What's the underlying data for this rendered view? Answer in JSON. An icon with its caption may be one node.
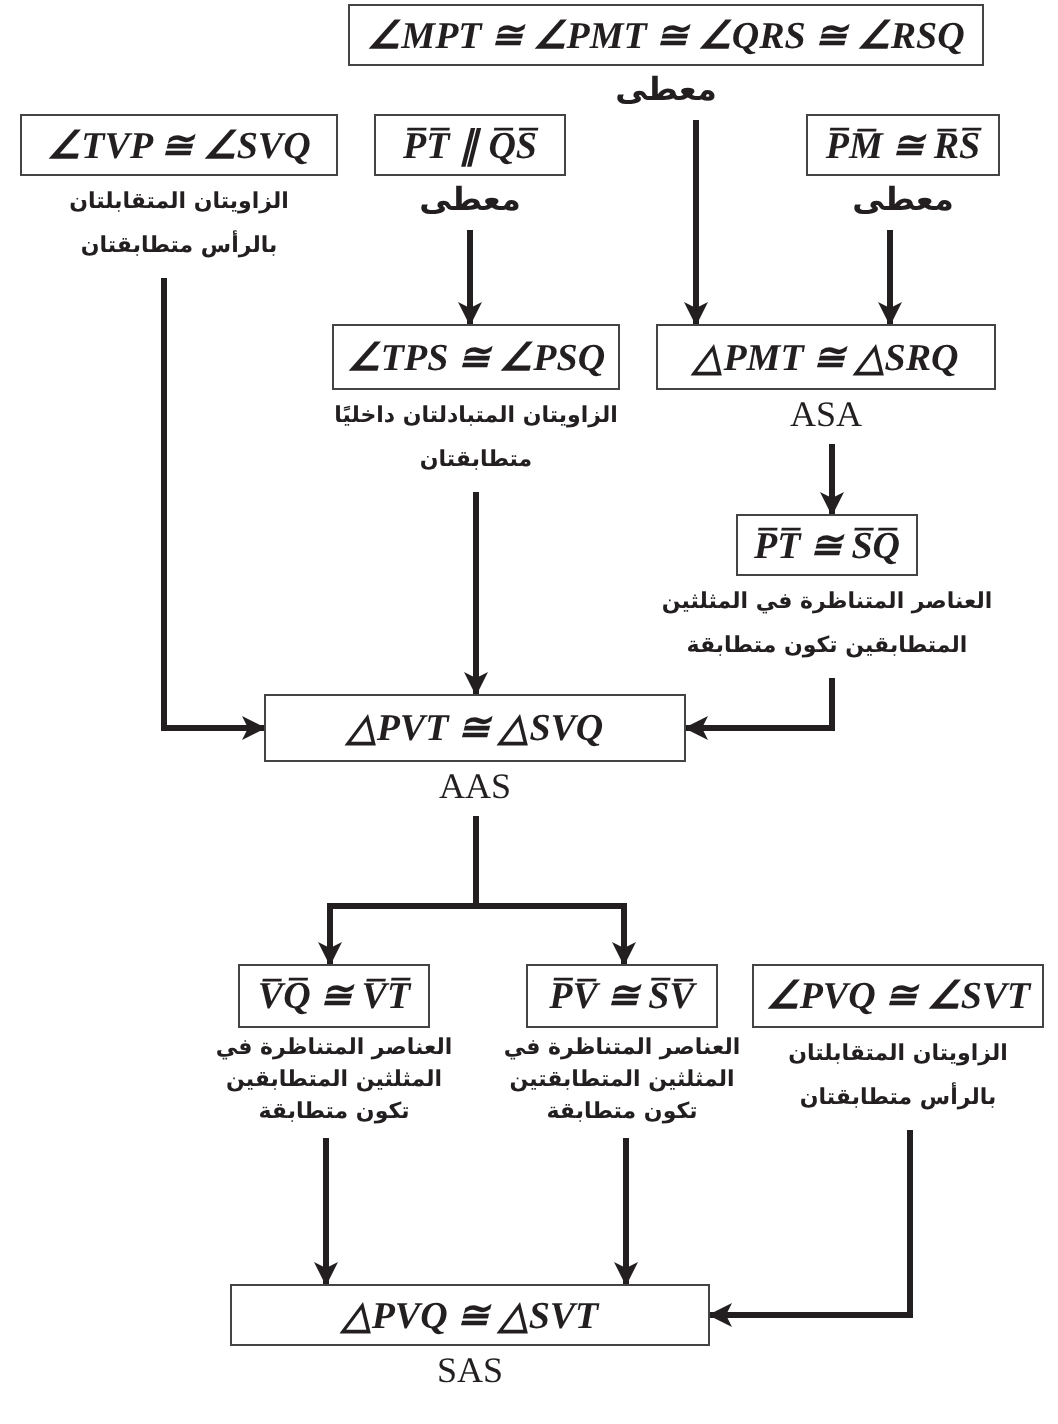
{
  "diagram": {
    "nodes": [
      {
        "text": [
          "∠MPT ≅ ∠PMT ≅ ∠QRS ≅ ∠RSQ"
        ],
        "beside": [
          "معطى"
        ]
      },
      {
        "text": [
          "∠TVP ≅ ∠SVQ"
        ],
        "beside": [
          "الزاويتان المتقابلتان بالرأس متطابقتان"
        ]
      },
      {
        "text": [
          "P̅T̅ ∥ Q̅S̅"
        ],
        "beside": [
          "معطى"
        ]
      },
      {
        "text": [
          "P̅M̅ ≅ R̅S̅"
        ],
        "beside": [
          "معطى"
        ]
      },
      {
        "text": [
          "∠TPS ≅ ∠PSQ"
        ],
        "beside": [
          "الزاويتان المتبادلتان داخليًا متطابقتان"
        ]
      },
      {
        "text": [
          "△PMT ≅ △SRQ"
        ],
        "beside": [
          "ASA"
        ]
      },
      {
        "text": [
          "P̅T̅ ≅ S̅Q̅"
        ],
        "beside": [
          "العناصر المتناظرة في المثلثين المتطابقين تكون متطابقة"
        ]
      },
      {
        "text": [
          "△PVT ≅ △SVQ"
        ],
        "beside": [
          "AAS"
        ]
      },
      {
        "text": [
          "V̅Q̅ ≅ V̅T̅"
        ],
        "beside": [
          "العناصر المتناظرة في المثلثين المتطابقين تكون متطابقة"
        ]
      },
      {
        "text": [
          "P̅V̅ ≅ S̅V̅"
        ],
        "beside": [
          "العناصر المتناظرة في المثلثين المتطابقتين تكون متطابقة"
        ]
      },
      {
        "text": [
          "∠PVQ ≅ ∠SVT"
        ],
        "beside": [
          "الزاويتان المتقابلتان بالرأس متطابقتان"
        ]
      },
      {
        "text": [
          "△PVQ ≅ △SVT"
        ],
        "beside": [
          "SAS"
        ]
      }
    ],
    "edges": [
      {
        "from": 2,
        "to": 4,
        "arrow": "to"
      },
      {
        "from": 0,
        "to": 5,
        "arrow": "to"
      },
      {
        "from": 3,
        "to": 5,
        "arrow": "to"
      },
      {
        "from": 5,
        "to": 6,
        "arrow": "to"
      },
      {
        "from": 1,
        "to": 7,
        "arrow": "to"
      },
      {
        "from": 4,
        "to": 7,
        "arrow": "to"
      },
      {
        "from": 6,
        "to": 7,
        "arrow": "to"
      },
      {
        "from": 7,
        "to": 8,
        "arrow": "to"
      },
      {
        "from": 7,
        "to": 9,
        "arrow": "to"
      },
      {
        "from": 8,
        "to": 11,
        "arrow": "to"
      },
      {
        "from": 9,
        "to": 11,
        "arrow": "to"
      },
      {
        "from": 10,
        "to": 11,
        "arrow": "to"
      }
    ]
  }
}
